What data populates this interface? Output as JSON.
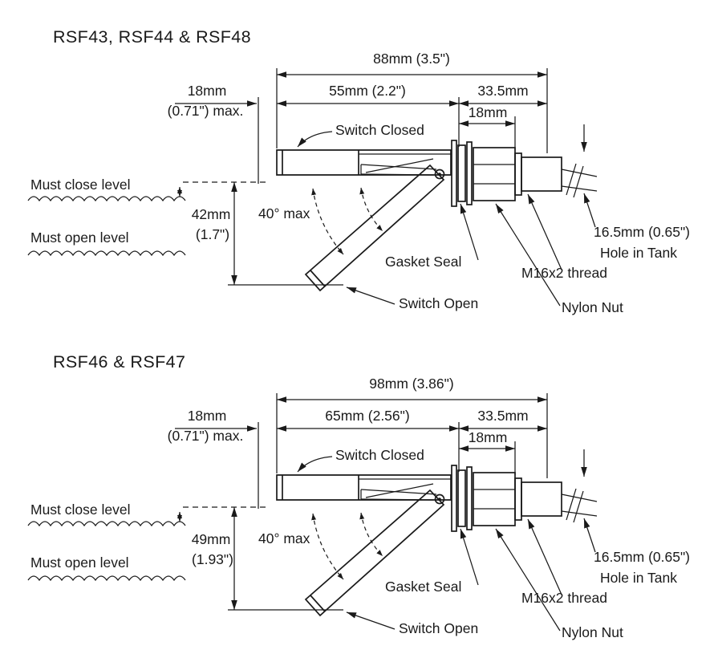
{
  "page": {
    "background": "#ffffff",
    "ink": "#1a1a1a"
  },
  "diagrams": [
    {
      "title": "RSF43, RSF44 & RSF48",
      "dims": {
        "overall": "88mm  (3.5\")",
        "body": "55mm  (2.2\")",
        "nut_section": "33.5mm",
        "thread_section": "18mm",
        "left_offset": "18mm",
        "left_offset_note": "(0.71\") max.",
        "level_span": "42mm",
        "level_span_note": "(1.7\")",
        "angle": "40° max",
        "hole": "16.5mm (0.65\")",
        "hole_note": "Hole in Tank"
      },
      "labels": {
        "switch_closed": "Switch Closed",
        "switch_open": "Switch Open",
        "must_close_level": "Must close level",
        "must_open_level": "Must open level",
        "gasket_seal": "Gasket Seal",
        "thread": "M16x2 thread",
        "nylon_nut": "Nylon Nut"
      }
    },
    {
      "title": "RSF46 & RSF47",
      "dims": {
        "overall": "98mm  (3.86\")",
        "body": "65mm  (2.56\")",
        "nut_section": "33.5mm",
        "thread_section": "18mm",
        "left_offset": "18mm",
        "left_offset_note": "(0.71\") max.",
        "level_span": "49mm",
        "level_span_note": "(1.93\")",
        "angle": "40° max",
        "hole": "16.5mm (0.65\")",
        "hole_note": "Hole in Tank"
      },
      "labels": {
        "switch_closed": "Switch Closed",
        "switch_open": "Switch Open",
        "must_close_level": "Must close level",
        "must_open_level": "Must open level",
        "gasket_seal": "Gasket Seal",
        "thread": "M16x2 thread",
        "nylon_nut": "Nylon Nut"
      }
    }
  ]
}
